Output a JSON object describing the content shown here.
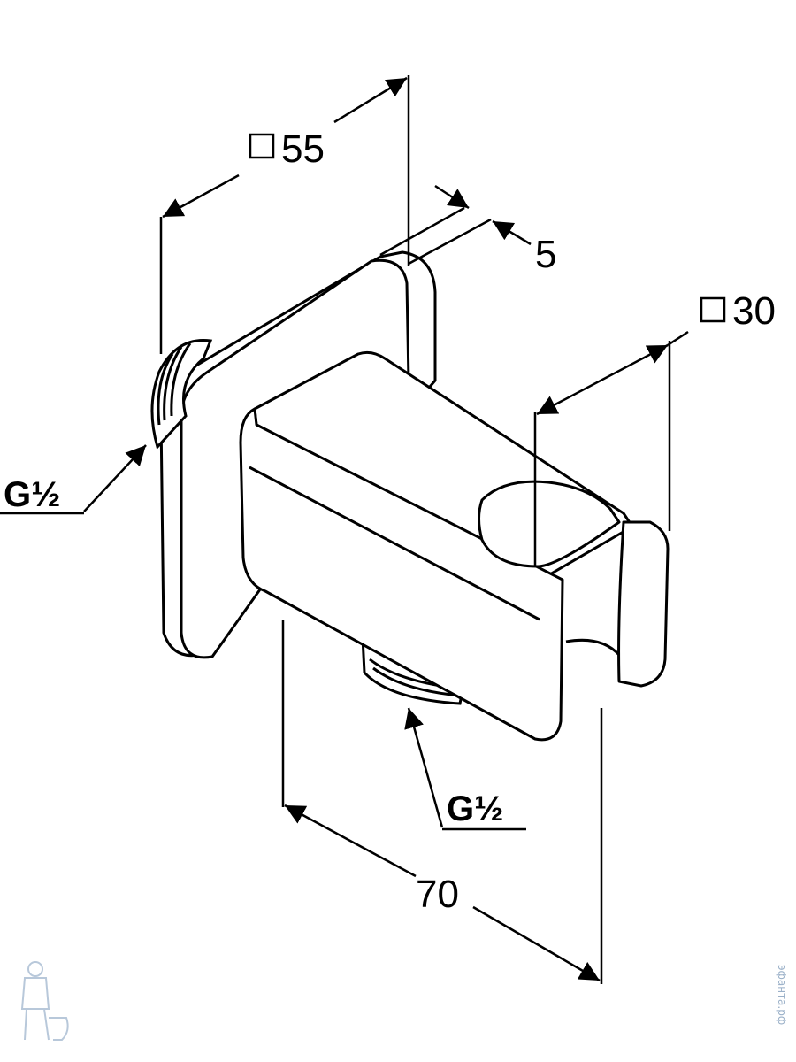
{
  "dimensions": {
    "plate_size": "55",
    "plate_thickness": "5",
    "body_size": "30",
    "projection": "70"
  },
  "threads": {
    "rear_connection": "G½",
    "bottom_connection": "G½"
  },
  "symbols": {
    "square_symbol_icon": "square-symbol-icon"
  },
  "watermark": {
    "text": "эфанта.рф"
  },
  "colors": {
    "line": "#000000",
    "background": "#ffffff",
    "watermark": "#9ab0c8"
  }
}
